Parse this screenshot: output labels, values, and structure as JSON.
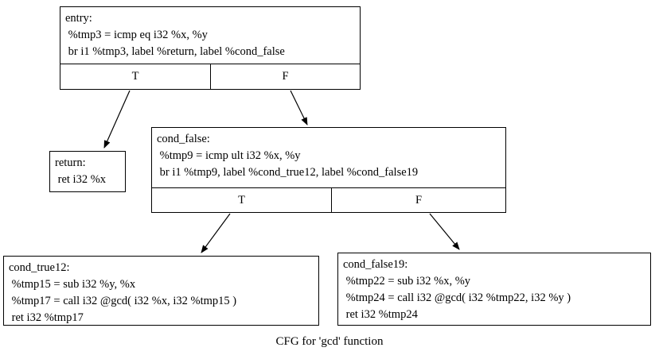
{
  "caption": "CFG for 'gcd' function",
  "nodes": [
    {
      "id": "entry",
      "lines": [
        "entry:",
        " %tmp3 = icmp eq i32 %x, %y",
        " br i1 %tmp3, label %return, label %cond_false"
      ],
      "ports": [
        "T",
        "F"
      ]
    },
    {
      "id": "return",
      "lines": [
        "return:",
        " ret i32 %x"
      ]
    },
    {
      "id": "cond_false",
      "lines": [
        "cond_false:",
        " %tmp9 = icmp ult i32 %x, %y",
        " br i1 %tmp9, label %cond_true12, label %cond_false19"
      ],
      "ports": [
        "T",
        "F"
      ]
    },
    {
      "id": "cond_true12",
      "lines": [
        "cond_true12:",
        " %tmp15 = sub i32 %y, %x",
        " %tmp17 = call i32 @gcd( i32 %x, i32 %tmp15 )",
        " ret i32 %tmp17"
      ]
    },
    {
      "id": "cond_false19",
      "lines": [
        "cond_false19:",
        " %tmp22 = sub i32 %x, %y",
        " %tmp24 = call i32 @gcd( i32 %tmp22, i32 %y )",
        " ret i32 %tmp24"
      ]
    }
  ],
  "edges": [
    {
      "from": "entry:T",
      "to": "return"
    },
    {
      "from": "entry:F",
      "to": "cond_false"
    },
    {
      "from": "cond_false:T",
      "to": "cond_true12"
    },
    {
      "from": "cond_false:F",
      "to": "cond_false19"
    }
  ],
  "colors": {
    "background": "#ffffff",
    "stroke": "#000000",
    "text": "#000000"
  }
}
